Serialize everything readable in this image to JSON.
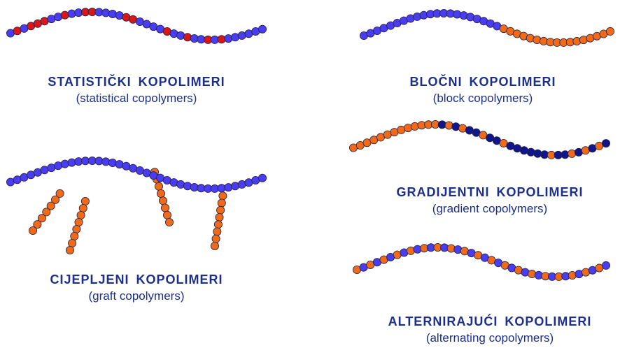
{
  "colors": {
    "blue": "#4a3cf0",
    "red": "#d81818",
    "orange": "#f06a1a",
    "navy": "#10158a",
    "outline": "#222244",
    "text": "#1c2f8a"
  },
  "panels": {
    "statistical": {
      "title": "STATISTIČKI KOPOLIMERI",
      "subtitle": "(statistical copolymers)",
      "pattern": "random blue/red"
    },
    "block": {
      "title": "BLOČNI KOPOLIMERI",
      "subtitle": "(block copolymers)",
      "pattern": "blue block then orange block"
    },
    "graft": {
      "title": "CIJEPLJENI KOPOLIMERI",
      "subtitle": "(graft copolymers)",
      "pattern": "blue backbone with orange branches"
    },
    "gradient": {
      "title": "GRADIJENTNI KOPOLIMERI",
      "subtitle": "(gradient copolymers)",
      "pattern": "orange to navy gradient"
    },
    "alternating": {
      "title": "ALTERNIRAJUĆI KOPOLIMERI",
      "subtitle": "(alternating copolymers)",
      "pattern": "alternating orange/blue"
    }
  }
}
